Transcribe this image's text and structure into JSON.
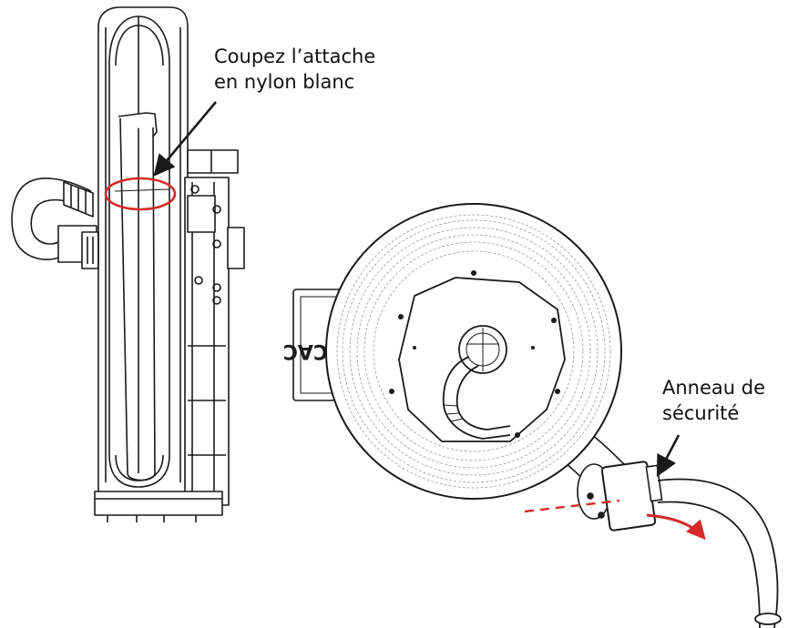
{
  "labels": {
    "cut_tie": {
      "line1": "Coupez l’attache",
      "line2": "en nylon blanc"
    },
    "safety_ring": {
      "line1": "Anneau de",
      "line2": "sécurité"
    },
    "housing_lettering": "CAC"
  },
  "colors": {
    "line": "#1a1a1a",
    "highlight": "#d62828",
    "background": "#ffffff"
  }
}
